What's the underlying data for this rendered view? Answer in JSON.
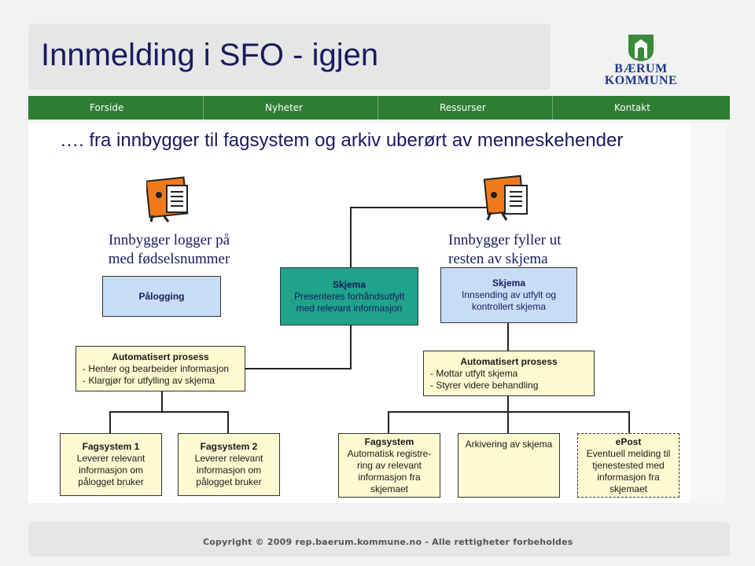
{
  "header": {
    "title": "Innmelding i SFO - igjen"
  },
  "logo": {
    "line1": "BÆRUM",
    "line2": "KOMMUNE"
  },
  "nav": {
    "items": [
      "Forside",
      "Nyheter",
      "Ressurser",
      "Kontakt"
    ]
  },
  "subtitle": "…. fra innbygger til fagsystem og arkiv uberørt av menneskehender",
  "labels": {
    "login_caption_1": "Innbygger logger på",
    "login_caption_2": "med fødselsnummer",
    "fill_caption_1": "Innbygger fyller ut",
    "fill_caption_2": "resten av skjema"
  },
  "boxes": {
    "palogging": "Pålogging",
    "skjema1_title": "Skjema",
    "skjema1_l1": "Presenteres forhåndsutfylt",
    "skjema1_l2": "med relevant informasjon",
    "skjema2_title": "Skjema",
    "skjema2_l1": "Innsending av utfylt og",
    "skjema2_l2": "kontrollert skjema",
    "auto1_title": "Automatisert prosess",
    "auto1_l1": "- Henter og bearbeider informasjon",
    "auto1_l2": "- Klargjør for utfylling av skjema",
    "auto2_title": "Automatisert prosess",
    "auto2_l1": "- Mottar utfylt skjema",
    "auto2_l2": "- Styrer videre behandling",
    "fag1_title": "Fagsystem 1",
    "fag1_l1": "Leverer relevant",
    "fag1_l2": "informasjon om",
    "fag1_l3": "pålogget bruker",
    "fag2_title": "Fagsystem 2",
    "fag2_l1": "Leverer relevant",
    "fag2_l2": "informasjon om",
    "fag2_l3": "pålogget bruker",
    "fag3_title": "Fagsystem",
    "fag3_l1": "Automatisk registre-",
    "fag3_l2": "ring av relevant",
    "fag3_l3": "informasjon fra",
    "fag3_l4": "skjemaet",
    "arkiv": "Arkivering av skjema",
    "epost_title": "ePost",
    "epost_l1": "Eventuell melding til",
    "epost_l2": "tjenestested med",
    "epost_l3": "informasjon fra",
    "epost_l4": "skjemaet"
  },
  "footer": {
    "copyright": "Copyright © 2009 rep.baerum.kommune.no - Alle rettigheter forbeholdes"
  },
  "colors": {
    "nav": "#2e7d32",
    "title": "#1a1a60",
    "teal": "#1fa38a",
    "blue": "#c6ddf5",
    "yellow": "#fdf9d0",
    "icon_orange": "#f07a1a"
  },
  "icons": [
    "person-form-icon-left",
    "person-form-icon-right",
    "baerum-shield-logo"
  ]
}
